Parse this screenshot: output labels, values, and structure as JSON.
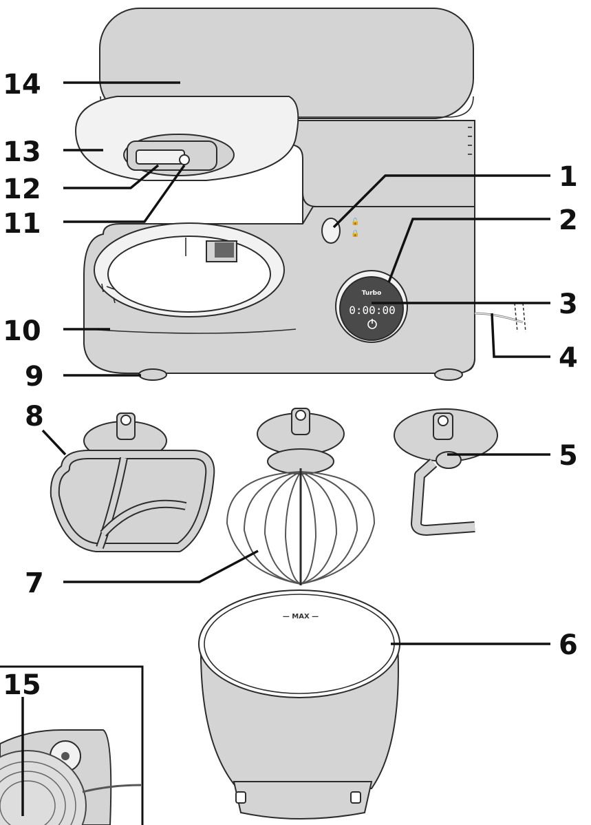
{
  "callouts": [
    {
      "number": "1"
    },
    {
      "number": "2"
    },
    {
      "number": "3"
    },
    {
      "number": "4"
    },
    {
      "number": "5"
    },
    {
      "number": "6"
    },
    {
      "number": "7"
    },
    {
      "number": "8"
    },
    {
      "number": "9"
    },
    {
      "number": "10"
    },
    {
      "number": "11"
    },
    {
      "number": "12"
    },
    {
      "number": "13"
    },
    {
      "number": "14"
    },
    {
      "number": "15"
    }
  ],
  "control_panel": {
    "mode_label": "Turbo",
    "timer_display": "0:00:00"
  },
  "bowl": {
    "fill_mark": "— MAX —"
  },
  "icons": [
    "power-icon",
    "lock-icon",
    "unlock-icon"
  ]
}
